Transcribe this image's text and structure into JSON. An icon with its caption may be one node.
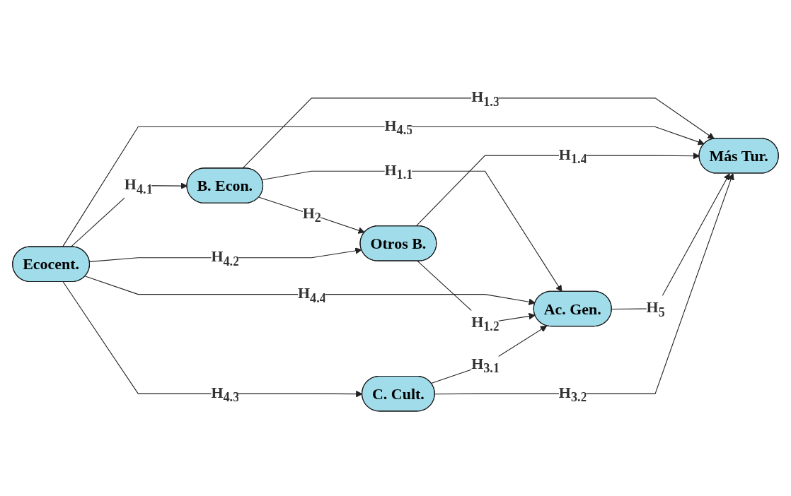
{
  "diagram": {
    "nodes": [
      {
        "text": [
          "B. Econ."
        ]
      },
      {
        "text": [
          "Ac. Gen."
        ]
      },
      {
        "text": [
          "Ecocent."
        ]
      },
      {
        "text": [
          "Otros B."
        ]
      },
      {
        "text": [
          "Más Tur."
        ]
      },
      {
        "text": [
          "C. Cult."
        ]
      }
    ],
    "edges": [
      {
        "from": 0,
        "to": 1,
        "arrow": "to",
        "label": "H$_{1.1}$"
      },
      {
        "from": 0,
        "to": 4,
        "arrow": "to",
        "label": "H$_{1.3}$"
      },
      {
        "from": 0,
        "to": 3,
        "arrow": "to",
        "label": "H$_{2}$"
      },
      {
        "from": 2,
        "to": 0,
        "arrow": "to",
        "label": "H$_{4.1}$"
      },
      {
        "from": 2,
        "to": 1,
        "arrow": "to",
        "label": "H$_{4.4}$"
      },
      {
        "from": 2,
        "to": 3,
        "arrow": "to",
        "label": "H$_{4.2}$"
      },
      {
        "from": 2,
        "to": 4,
        "arrow": "to",
        "label": "H$_{4.5}$"
      },
      {
        "from": 2,
        "to": 5,
        "arrow": "to",
        "label": "H$_{4.3}$"
      },
      {
        "from": 3,
        "to": 1,
        "arrow": "to",
        "label": "H$_{1.2}$"
      },
      {
        "from": 3,
        "to": 4,
        "arrow": "to",
        "label": "H$_{1.4}$"
      },
      {
        "from": 1,
        "to": 4,
        "arrow": "to",
        "label": "H$_{5}$"
      },
      {
        "from": 5,
        "to": 1,
        "arrow": "to",
        "label": "H$_{3.1}$"
      },
      {
        "from": 5,
        "to": 4,
        "arrow": "to",
        "label": "H$_{3.2}$"
      }
    ]
  }
}
